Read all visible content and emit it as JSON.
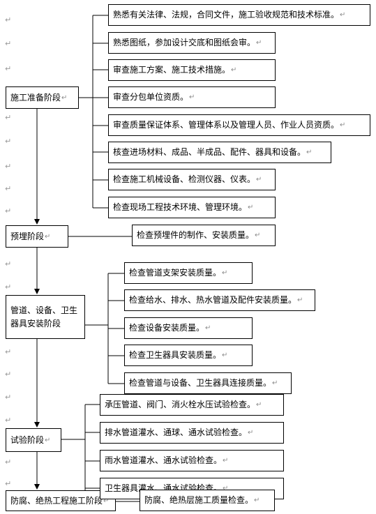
{
  "stages": {
    "prep": "施工准备阶段",
    "embed": "预埋阶段",
    "install": "管道、设备、卫生器具安装阶段",
    "test": "试验阶段",
    "anticorrosion": "防腐、绝热工程施工阶段"
  },
  "prep_items": [
    "熟悉有关法律、法规，合同文件，施工验收规范和技术标准。",
    "熟悉图纸，参加设计交底和图纸会审。",
    "审查施工方案、施工技术措施。",
    "审查分包单位资质。",
    "审查质量保证体系、管理体系以及管理人员、作业人员资质。",
    "核查进场材料、成品、半成品、配件、器具和设备。",
    "检查施工机械设备、检测仪器、仪表。",
    "检查现场工程技术环境、管理环境。"
  ],
  "embed_items": [
    "检查预埋件的制作、安装质量。"
  ],
  "install_items": [
    "检查管道支架安装质量。",
    "检查给水、排水、热水管道及配件安装质量。",
    "检查设备安装质量。",
    "检查卫生器具安装质量。",
    "检查管道与设备、卫生器具连接质量。"
  ],
  "test_items": [
    "承压管道、阀门、消火栓水压试验检查。",
    "排水管道灌水、通球、通水试验检查。",
    "雨水管道灌水、通水试验检查。",
    "卫生器具灌水、通水试验检查。"
  ],
  "anticorrosion_items": [
    "防腐、绝热层施工质量检查。"
  ],
  "paragraph_mark": "↵"
}
